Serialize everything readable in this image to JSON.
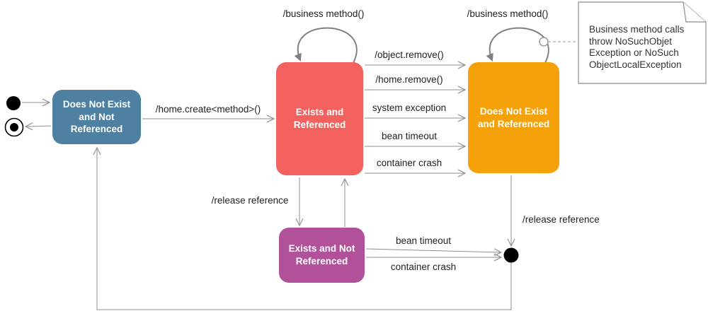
{
  "colors": {
    "state-blue": "#4e80a2",
    "state-red": "#f2615e",
    "state-orange": "#f5a10a",
    "state-purple": "#b1519a",
    "edge-gray": "#8c8c8c",
    "label-text": "#1f1f1f"
  },
  "icons": {
    "initial_state": "filled-circle",
    "final_state": "ringed-circle",
    "end_node": "filled-circle",
    "note": "folded-corner-note"
  },
  "states": [
    {
      "id": "does-not-exist-and-not-referenced",
      "label": "Does Not Exist\nand Not\nReferenced"
    },
    {
      "id": "exists-and-referenced",
      "label": "Exists and\nReferenced"
    },
    {
      "id": "does-not-exist-and-referenced",
      "label": "Does Not Exist\nand Referenced"
    },
    {
      "id": "exists-and-not-referenced",
      "label": "Exists and Not\nReferenced"
    }
  ],
  "transitions": [
    {
      "id": "home-create",
      "from": "does-not-exist-and-not-referenced",
      "to": "exists-and-referenced",
      "label": "/home.create<method>()"
    },
    {
      "id": "object-remove",
      "from": "exists-and-referenced",
      "to": "does-not-exist-and-referenced",
      "label": "/object.remove()"
    },
    {
      "id": "home-remove",
      "from": "exists-and-referenced",
      "to": "does-not-exist-and-referenced",
      "label": "/home.remove()"
    },
    {
      "id": "system-exception",
      "from": "exists-and-referenced",
      "to": "does-not-exist-and-referenced",
      "label": "system exception"
    },
    {
      "id": "bean-timeout-top",
      "from": "exists-and-referenced",
      "to": "does-not-exist-and-referenced",
      "label": "bean timeout"
    },
    {
      "id": "container-crash-top",
      "from": "exists-and-referenced",
      "to": "does-not-exist-and-referenced",
      "label": "container crash"
    },
    {
      "id": "release-reference-left",
      "from": "exists-and-referenced",
      "to": "exists-and-not-referenced",
      "label": "/release reference"
    },
    {
      "id": "bean-timeout-bottom",
      "from": "exists-and-not-referenced",
      "to": "end-node",
      "label": "bean timeout"
    },
    {
      "id": "container-crash-bottom",
      "from": "exists-and-not-referenced",
      "to": "end-node",
      "label": "container crash"
    },
    {
      "id": "release-reference-right",
      "from": "does-not-exist-and-referenced",
      "to": "end-node",
      "label": "/release reference"
    },
    {
      "id": "business-method-self-red",
      "from": "exists-and-referenced",
      "to": "exists-and-referenced",
      "label": "/business method()"
    },
    {
      "id": "business-method-self-orange",
      "from": "does-not-exist-and-referenced",
      "to": "does-not-exist-and-referenced",
      "label": "/business method()"
    }
  ],
  "note": {
    "text": "Business method calls\nthrow NoSuchObjet\nException or NoSuch\nObjectLocalException"
  }
}
